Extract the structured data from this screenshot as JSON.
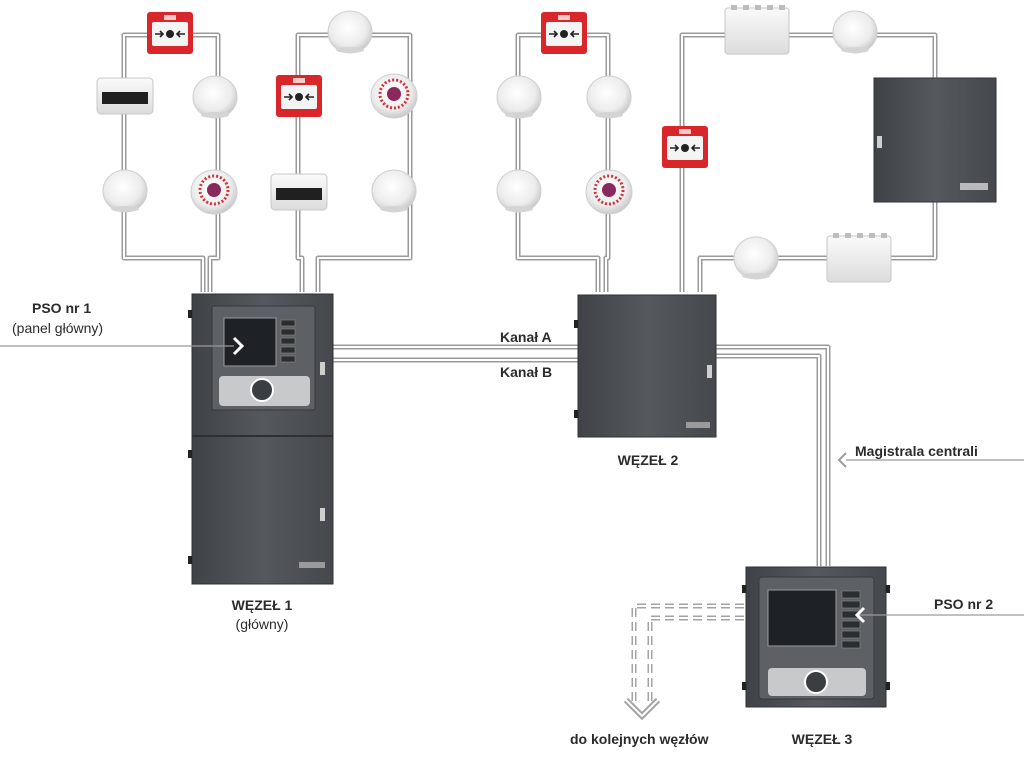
{
  "labels": {
    "pso1_title": "PSO nr 1",
    "pso1_sub": "(panel główny)",
    "channel_a": "Kanał A",
    "channel_b": "Kanał B",
    "bus": "Magistrala centrali",
    "node1_title": "WĘZEŁ 1",
    "node1_sub": "(główny)",
    "node2_title": "WĘZEŁ 2",
    "node3_title": "WĘZEŁ 3",
    "pso2_title": "PSO nr 2",
    "next_nodes": "do kolejnych węzłów"
  },
  "colors": {
    "line_outer": "#9a9a9a",
    "line_inner": "#ffffff",
    "cabinet": "#4f5357",
    "cabinet_dark": "#3e4145",
    "mcp_red": "#d8262b",
    "screen": "#1e2226",
    "detector": "#f1f1f1",
    "sounder_red": "#d0353c"
  }
}
